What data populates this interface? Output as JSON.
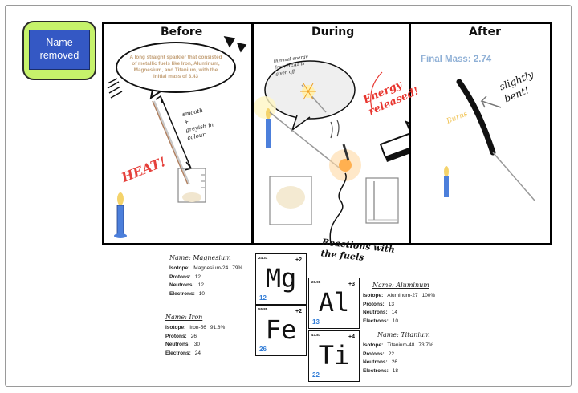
{
  "name_box": {
    "label": "Name removed"
  },
  "panels": {
    "before": {
      "title": "Before",
      "bubble_text": "A long straight sparkler that consisted of metallic fuels like Iron, Aluminum, Magnesium, and Titanium, with the initial mass of 3.43",
      "annotation_lines": [
        "smooth",
        "+",
        "greyish in",
        "colour"
      ],
      "heat_label": "HEAT!"
    },
    "during": {
      "title": "During",
      "thought_lines": [
        "thermal energy",
        "from HEAT is",
        "given off"
      ],
      "energy_label": [
        "Energy",
        "released!"
      ],
      "reactions_label": [
        "Reactions with",
        "the fuels"
      ]
    },
    "after": {
      "title": "After",
      "final_mass": "Final Mass: 2.74",
      "burns_label": "Burns",
      "bent_label": [
        "slightly",
        "bent!"
      ]
    }
  },
  "elements": [
    {
      "mass": "24.31",
      "charge": "+2",
      "symbol": "Mg",
      "number": "12"
    },
    {
      "mass": "26.98",
      "charge": "+3",
      "symbol": "Al",
      "number": "13"
    },
    {
      "mass": "55.85",
      "charge": "+2",
      "symbol": "Fe",
      "number": "26"
    },
    {
      "mass": "47.87",
      "charge": "+4",
      "symbol": "Ti",
      "number": "22"
    }
  ],
  "info_blocks": [
    {
      "name": "Name: Magnesium",
      "isotope": "Magnesium-24",
      "percent": "79%",
      "protons": "12",
      "neutrons": "12",
      "electrons": "10"
    },
    {
      "name": "Name: Iron",
      "isotope": "Iron-56",
      "percent": "91.8%",
      "protons": "26",
      "neutrons": "30",
      "electrons": "24"
    },
    {
      "name": "Name: Aluminum",
      "isotope": "Aluminum-27",
      "percent": "100%",
      "protons": "13",
      "neutrons": "14",
      "electrons": "10"
    },
    {
      "name": "Name: Titanium",
      "isotope": "Titanium-48",
      "percent": "73.7%",
      "protons": "22",
      "neutrons": "26",
      "electrons": "18"
    }
  ],
  "labels": {
    "isotope": "Isotope:",
    "protons": "Protons:",
    "neutrons": "Neutrons:",
    "electrons": "Electrons:"
  },
  "colors": {
    "name_box_outer": "#c6f26b",
    "name_box_inner": "#3458c4",
    "heat": "#e5403b",
    "energy": "#e8362f",
    "final_mass": "#8fb0d6",
    "burns": "#f0c14e",
    "bubble_text": "#c4a27a",
    "atomic_number": "#2f7bd6"
  }
}
